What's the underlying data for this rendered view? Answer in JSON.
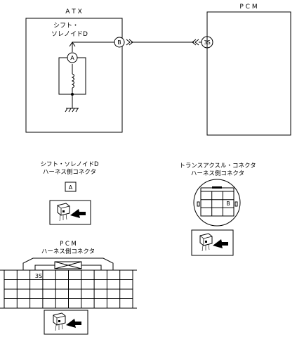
{
  "atx": {
    "title": "A T X",
    "solenoid_line1": "シフト・",
    "solenoid_line2": "ソレノイドD"
  },
  "pcm": {
    "title": "P C M"
  },
  "wiring": {
    "pin_a": "A",
    "pin_b": "B",
    "pin_3s": "3S"
  },
  "legend_solenoid": {
    "line1": "シフト・ソレノイドD",
    "line2": "ハーネス側コネクタ",
    "pin": "A"
  },
  "legend_trans": {
    "line1": "トランスアクスル・コネクタ",
    "line2": "ハーネス側コネクタ",
    "pin": "B"
  },
  "legend_pcm": {
    "line1": "P C M",
    "line2": "ハーネス側コネクタ",
    "pin": "3S"
  }
}
